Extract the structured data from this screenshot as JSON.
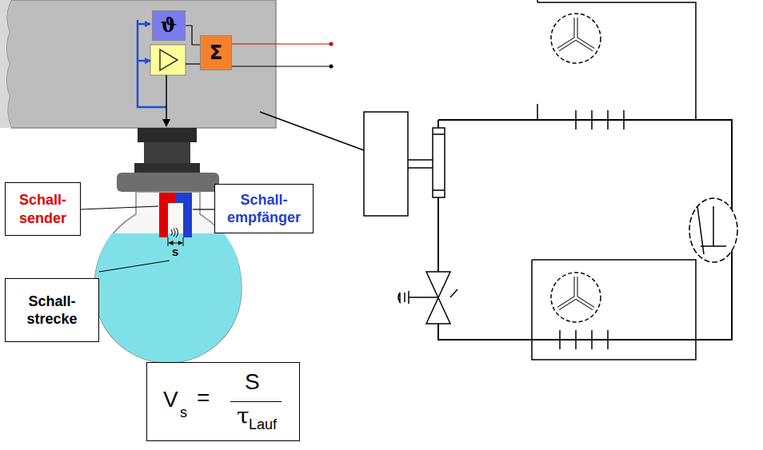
{
  "diagram": {
    "nodes": [
      {
        "text": [
          "ϑ"
        ]
      },
      {
        "text": [
          "Σ"
        ]
      },
      {
        "text": [
          "Schall- sender"
        ]
      },
      {
        "text": [
          "Schall- empfänger"
        ]
      },
      {
        "text": [
          "Schall- strecke"
        ]
      },
      {
        "text": [
          "V",
          "s",
          "=",
          "S",
          "τ",
          "Lauf"
        ]
      }
    ],
    "edges": [
      {
        "from": 0,
        "to": 1,
        "arrow": "none"
      }
    ],
    "labels": [
      "s"
    ]
  }
}
